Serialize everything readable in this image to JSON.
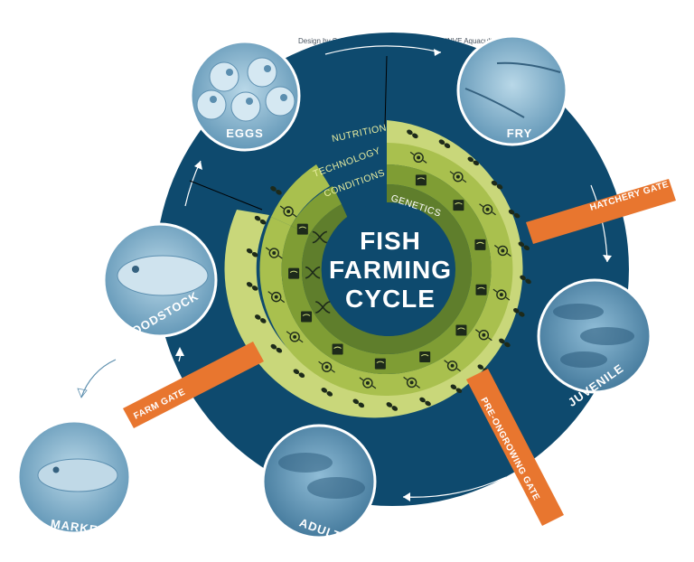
{
  "credit": "Design by Scite - Science Communication for INVE Aquaculture",
  "center": {
    "line1": "FISH",
    "line2": "FARMING",
    "line3": "CYCLE"
  },
  "rings": {
    "nutrition": "NUTRITION",
    "technology": "TECHNOLOGY",
    "conditions": "CONDITIONS",
    "genetics": "GENETICS"
  },
  "stages": {
    "eggs": "EGGS",
    "fry": "FRY",
    "juvenile": "JUVENILE",
    "adult": "ADULT",
    "broodstock": "BROODSTOCK",
    "market": "MARKET"
  },
  "gates": {
    "hatchery": "HATCHERY GATE",
    "pre_ongrowing": "PRE-ONGROWING GATE",
    "farm": "FARM GATE"
  },
  "colors": {
    "navy": "#0e4a6e",
    "ring_outer": "#c9d77a",
    "ring_mid": "#8eaa3c",
    "ring_inner": "#5e7d2b",
    "gate_orange": "#e8762f",
    "photo_tint": "#7fb3cf"
  },
  "icons": {
    "nutrition": "pellet-icon",
    "technology": "circuit-icon",
    "conditions": "tank-icon",
    "genetics": "dna-icon"
  }
}
